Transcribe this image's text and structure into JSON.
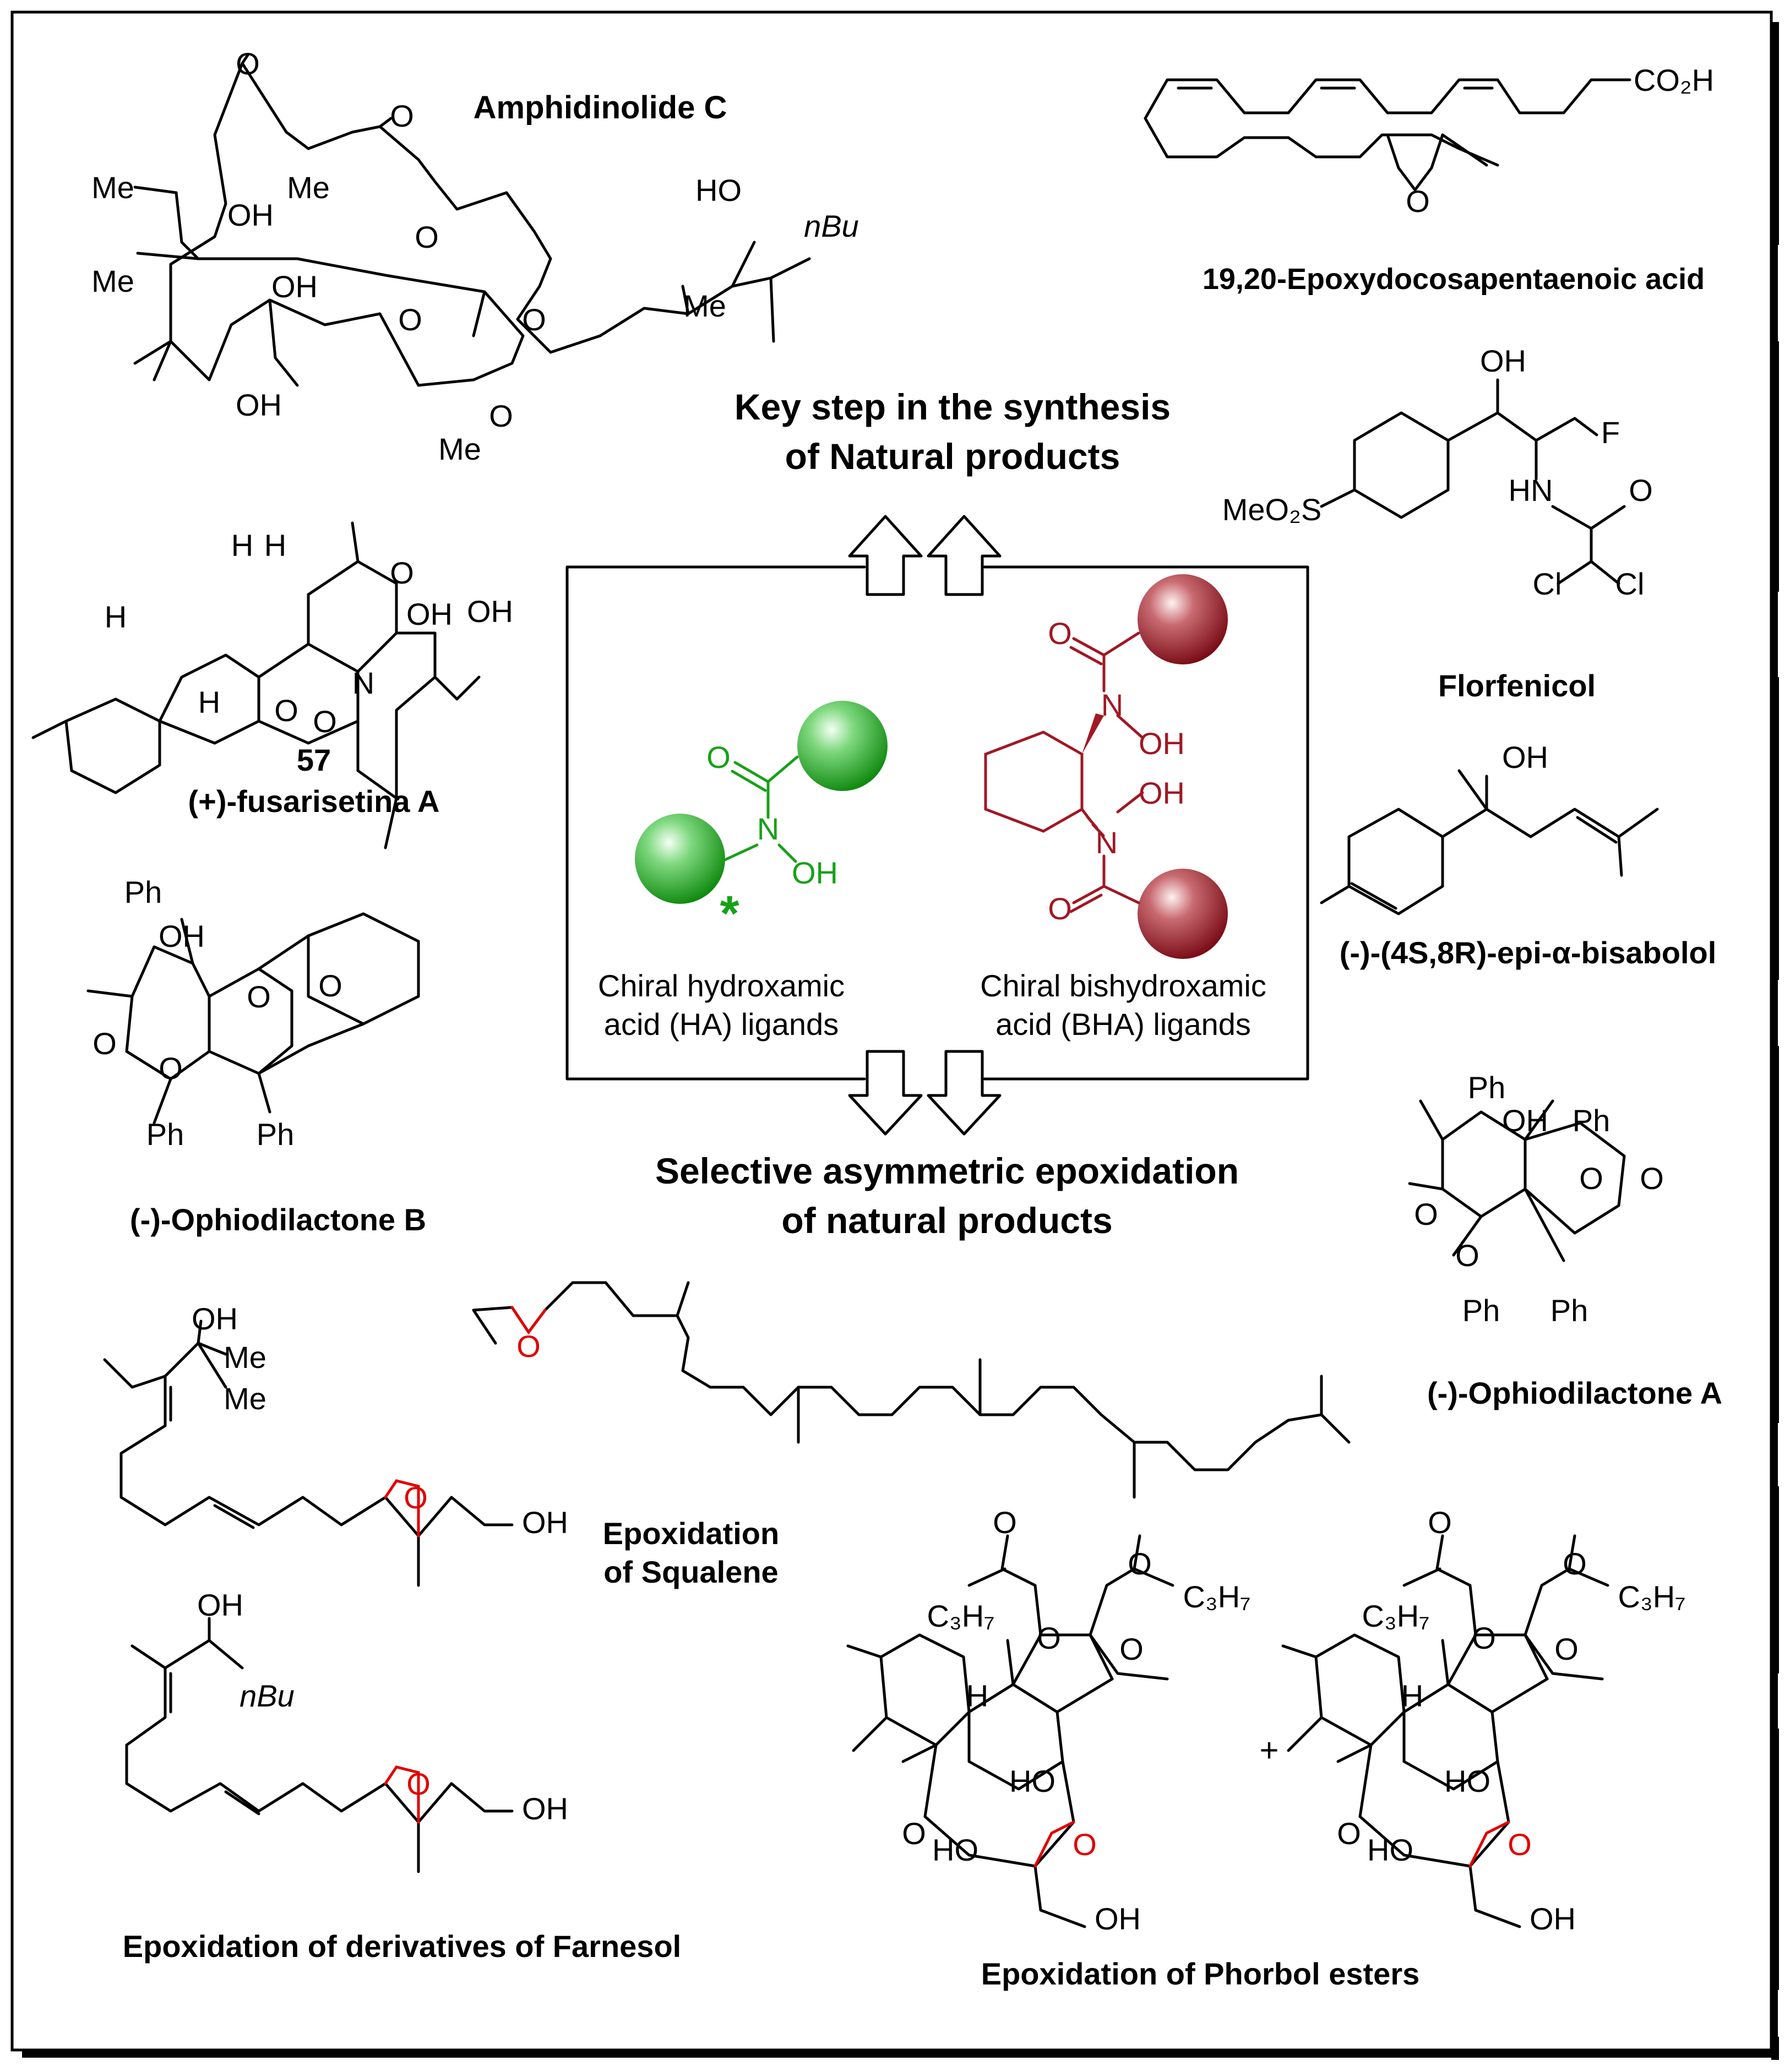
{
  "colors": {
    "black": "#000000",
    "epoxide_red": "#e00000",
    "ha_green": "#18a018",
    "bha_maroon": "#a01824"
  },
  "titles": {
    "amphidinolide": "Amphidinolide C",
    "epoxy_dpa": "19,20-Epoxydocosapentaenoic acid",
    "key_step_1": "Key step in the synthesis",
    "key_step_2": "of Natural products",
    "compound_57": "57",
    "fusarisetina": "(+)-fusarisetina A",
    "florfenicol": "Florfenicol",
    "bisabolol": "(-)-(4S,8R)-epi-α-bisabolol",
    "ophio_b": "(-)-Ophiodilactone B",
    "ophio_a": "(-)-Ophiodilactone A",
    "selective_1": "Selective asymmetric epoxidation",
    "selective_2": "of natural products",
    "squalene_1": "Epoxidation",
    "squalene_2": "of Squalene",
    "farnesol": "Epoxidation of  derivatives of Farnesol",
    "phorbol": "Epoxidation of Phorbol esters"
  },
  "ligands": {
    "ha_line1": "Chiral hydroxamic",
    "ha_line2": "acid (HA) ligands",
    "bha_line1": "Chiral bishydroxamic",
    "bha_line2": "acid (BHA) ligands",
    "ha_star": "*"
  },
  "atoms": {
    "amph_me1": "Me",
    "amph_oh1": "OH",
    "amph_me2": "Me",
    "amph_me3": "Me",
    "amph_oh2": "OH",
    "amph_oh3": "OH",
    "amph_me4": "Me",
    "amph_o1": "O",
    "amph_o2": "O",
    "amph_o3": "O",
    "amph_o4": "O",
    "amph_o5": "O",
    "amph_o6": "O",
    "amph_ho": "HO",
    "amph_nbu": "nBu",
    "amph_me5": "Me",
    "dpa_co2h": "CO₂H",
    "dpa_o": "O",
    "flor_oh": "OH",
    "flor_f": "F",
    "flor_meo2s": "MeO₂S",
    "flor_hn": "HN",
    "flor_o": "O",
    "flor_cl1": "Cl",
    "flor_cl2": "Cl",
    "fus_h1": "H",
    "fus_h2": "H",
    "fus_h3": "H",
    "fus_h4": "H",
    "fus_o1": "O",
    "fus_oh1": "OH",
    "fus_oh2": "OH",
    "fus_o2": "O",
    "fus_o3": "O",
    "fus_n": "N",
    "bis_oh": "OH",
    "ophb_ph1": "Ph",
    "ophb_oh": "OH",
    "ophb_o1": "O",
    "ophb_o2": "O",
    "ophb_o3": "O",
    "ophb_o4": "O",
    "ophb_ph2": "Ph",
    "ophb_ph3": "Ph",
    "opha_ph1": "Ph",
    "opha_oh": "OH",
    "opha_ph2": "Ph",
    "opha_o1": "O",
    "opha_o2": "O",
    "opha_o3": "O",
    "opha_o4": "O",
    "opha_ph3": "Ph",
    "opha_ph4": "Ph",
    "ha_o": "O",
    "ha_n": "N",
    "ha_oh": "OH",
    "bha_o1": "O",
    "bha_n1": "N",
    "bha_oh1": "OH",
    "bha_oh2": "OH",
    "bha_n2": "N",
    "bha_o2": "O",
    "sq_o": "O",
    "f1_oh1": "OH",
    "f1_me1": "Me",
    "f1_me2": "Me",
    "f1_o": "O",
    "f1_oh2": "OH",
    "f2_oh1": "OH",
    "f2_nbu": "nBu",
    "f2_o": "O",
    "f2_oh2": "OH",
    "ph1_o1": "O",
    "ph1_o2": "O",
    "ph1_c3h7a": "C₃H₇",
    "ph1_c3h7b": "C₃H₇",
    "ph1_o3": "O",
    "ph1_o4": "O",
    "ph1_h": "H",
    "ph1_ho1": "HO",
    "ph1_o5": "O",
    "ph1_ho2": "HO",
    "ph1_o6": "O",
    "ph1_oh": "OH",
    "plus": "+",
    "ph2_o1": "O",
    "ph2_o2": "O",
    "ph2_c3h7a": "C₃H₇",
    "ph2_c3h7b": "C₃H₇",
    "ph2_o3": "O",
    "ph2_o4": "O",
    "ph2_h": "H",
    "ph2_ho1": "HO",
    "ph2_o5": "O",
    "ph2_ho2": "HO",
    "ph2_o6": "O",
    "ph2_oh": "OH"
  }
}
